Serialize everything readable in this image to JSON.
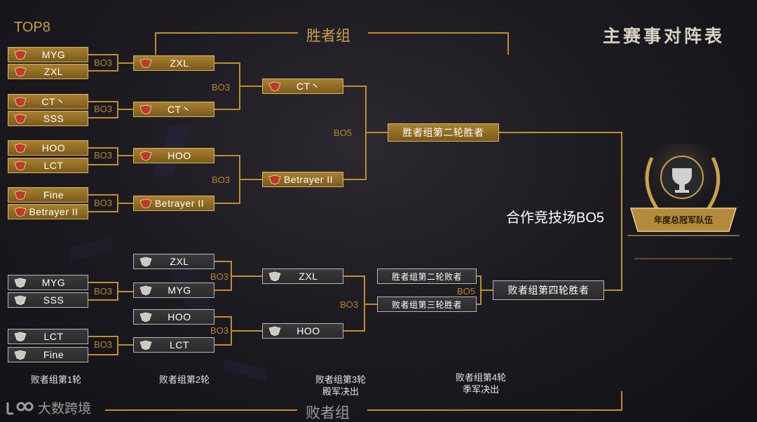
{
  "title": "主赛事对阵表",
  "top8": "TOP8",
  "winners_bracket_label": "胜者组",
  "losers_bracket_label": "败者组",
  "final_label": "合作竞技场BO5",
  "trophy_banner": "年度总冠军队伍",
  "watermark": "大数跨境",
  "bo3": "BO3",
  "bo5": "BO5",
  "winners": {
    "r1": [
      "MYG",
      "ZXL",
      "CT丶",
      "SSS",
      "HOO",
      "LCT",
      "Fine",
      "Betrayer II"
    ],
    "r2": [
      "ZXL",
      "CT丶",
      "HOO",
      "Betrayer II"
    ],
    "r3": [
      "CT丶",
      "Betrayer II"
    ],
    "r4": "胜者组第二轮胜者"
  },
  "losers": {
    "r1": [
      "MYG",
      "SSS",
      "LCT",
      "Fine"
    ],
    "r2": [
      "ZXL",
      "MYG",
      "HOO",
      "LCT"
    ],
    "r3": [
      "ZXL",
      "HOO"
    ],
    "r4": [
      "胜者组第二轮败者",
      "败者组第三轮胜者"
    ],
    "r5": "败者组第四轮胜者"
  },
  "round_captions": {
    "l1": "败者组第1轮",
    "l2": "败者组第2轮",
    "l3a": "败者组第3轮",
    "l3b": "殿军决出",
    "l4a": "败者组第4轮",
    "l4b": "季军决出"
  },
  "colors": {
    "gold": "#a8802f",
    "line": "#c28d2c",
    "grey": "#333336",
    "text": "#ffffff"
  }
}
